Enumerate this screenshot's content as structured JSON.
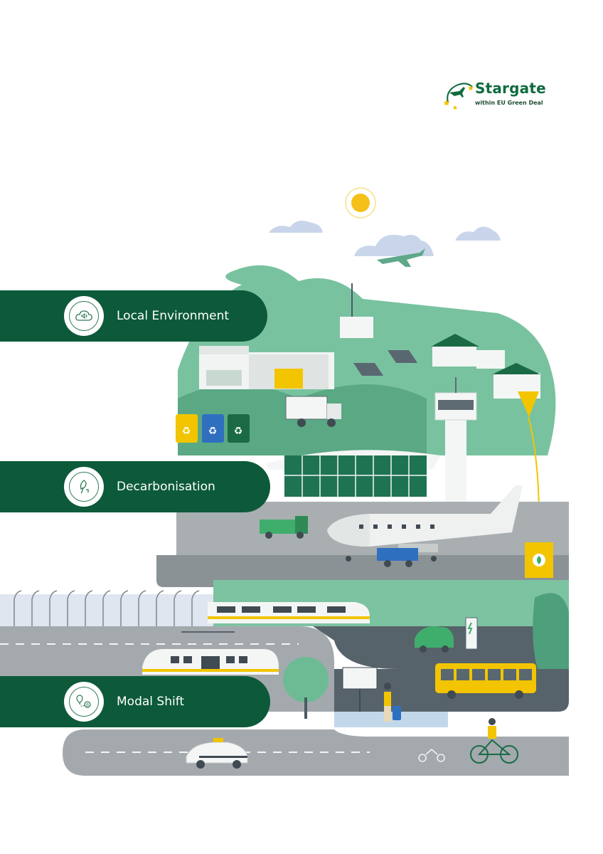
{
  "logo": {
    "title": "Stargate",
    "subtitle": "within EU Green Deal",
    "colors": {
      "green": "#0f6b3e",
      "star": "#f2c500"
    },
    "icon": "airplane-stars-icon"
  },
  "sections": [
    {
      "label": "Local Environment",
      "icon": "cloud-sound-icon"
    },
    {
      "label": "Decarbonisation",
      "icon": "leaf-plug-icon"
    },
    {
      "label": "Modal Shift",
      "icon": "route-pins-icon"
    }
  ],
  "colors": {
    "pill": "#0c5a3a",
    "hill": "#6dbb95",
    "hill_dark": "#4e9f7b",
    "road": "#a8adb0",
    "road_dark": "#5f6b72",
    "sun": "#f5c018",
    "cloud": "#c9d5ea",
    "bin_colors": [
      "#f2c500",
      "#2f6fc0",
      "#1a6b45"
    ]
  }
}
